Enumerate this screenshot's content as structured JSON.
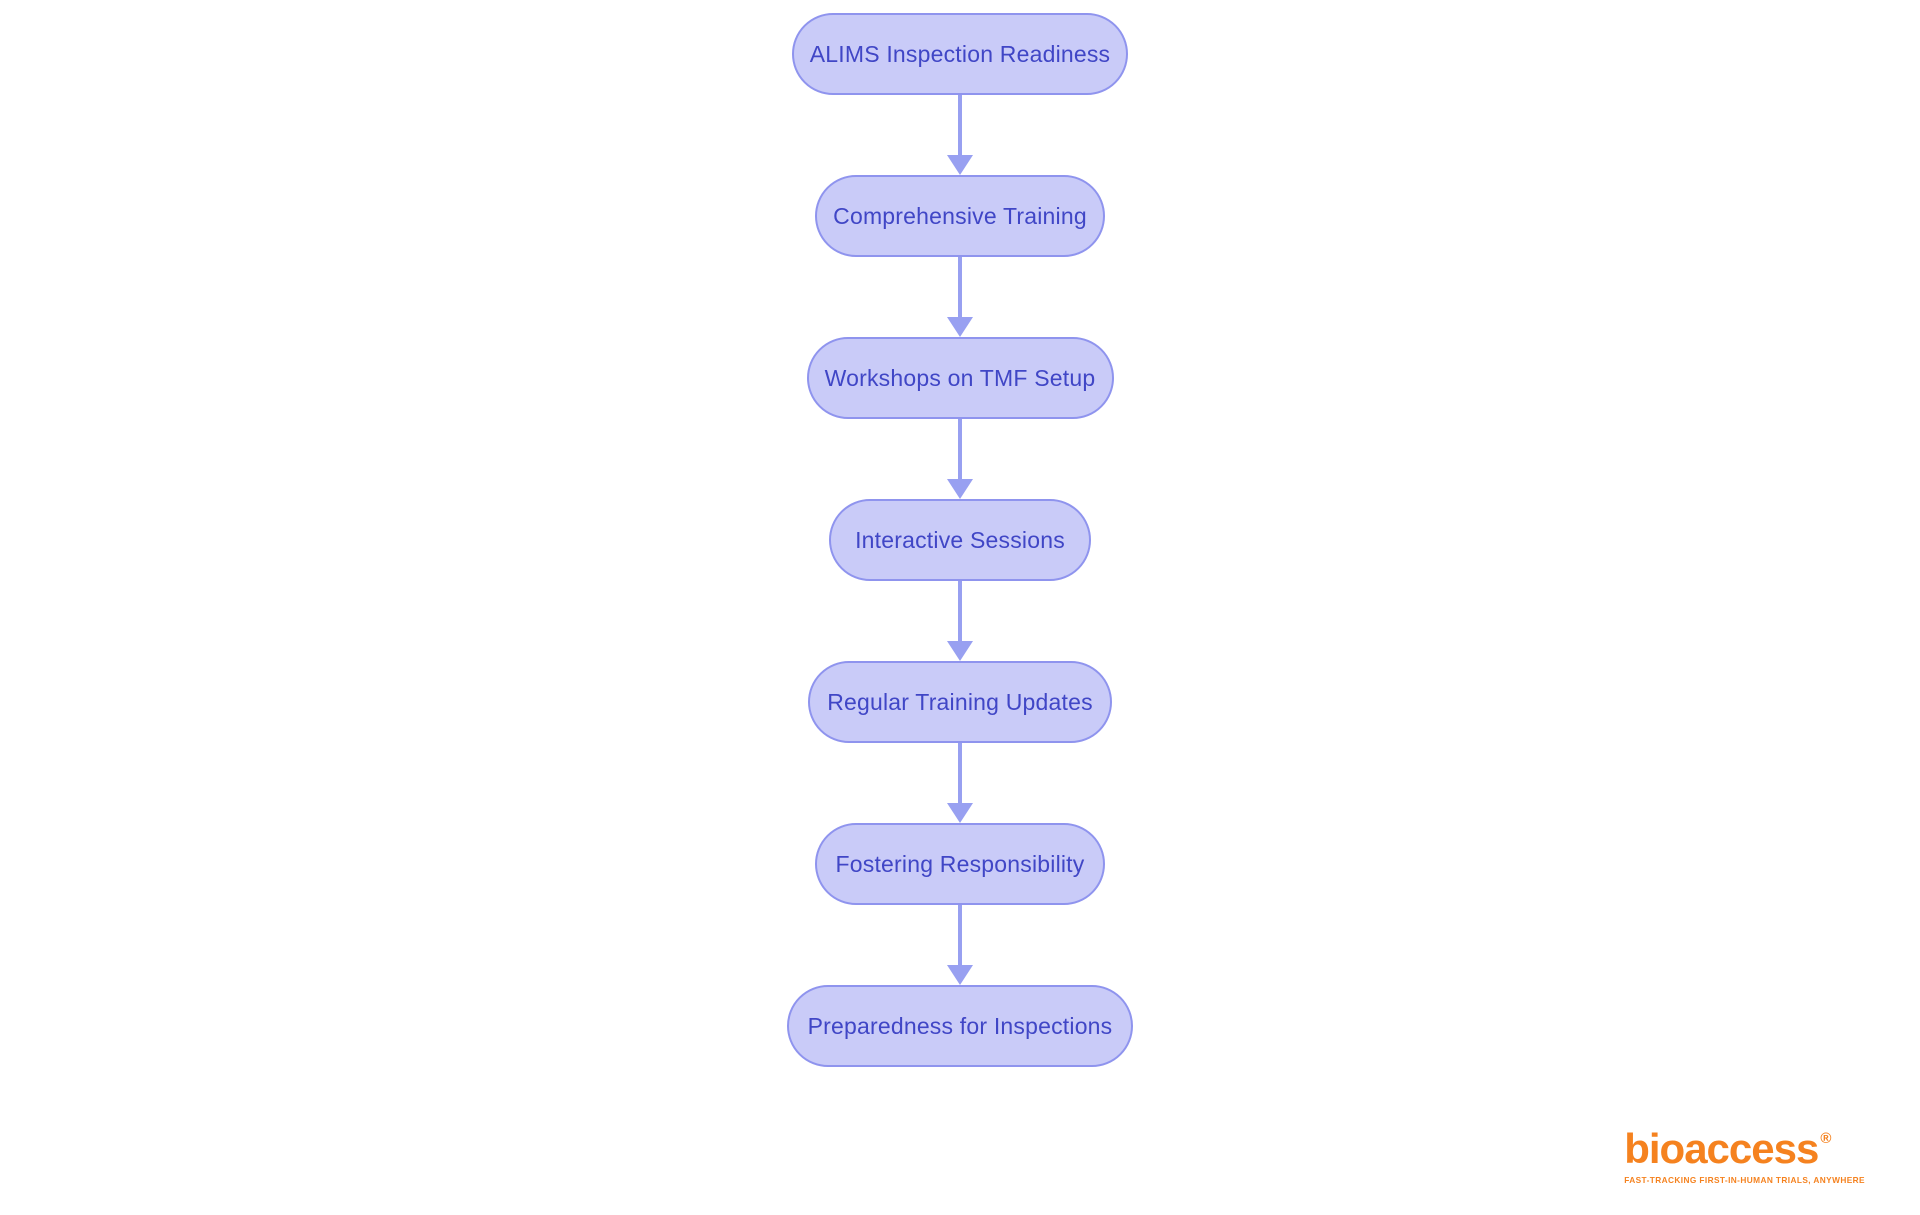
{
  "flowchart": {
    "type": "vertical-process-flow",
    "nodes": [
      {
        "label": "ALIMS Inspection Readiness"
      },
      {
        "label": "Comprehensive Training"
      },
      {
        "label": "Workshops on TMF Setup"
      },
      {
        "label": "Interactive Sessions"
      },
      {
        "label": "Regular Training Updates"
      },
      {
        "label": "Fostering Responsibility"
      },
      {
        "label": "Preparedness for Inspections"
      }
    ],
    "colors": {
      "node_fill": "#c9cbf8",
      "node_border": "#8f94ee",
      "node_text": "#4046c6",
      "arrow": "#98a0f1"
    }
  },
  "logo": {
    "brand": "bioaccess",
    "registered_mark": "®",
    "tagline": "FAST-TRACKING FIRST-IN-HUMAN TRIALS, ANYWHERE",
    "color": "#f5821f"
  }
}
